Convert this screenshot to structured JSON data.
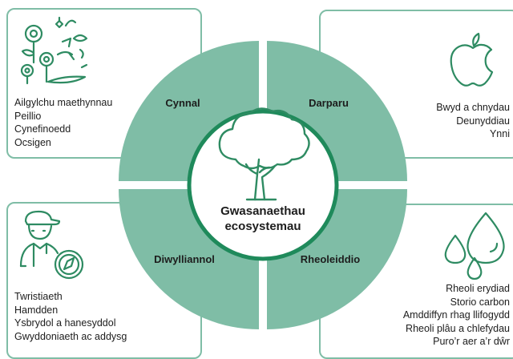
{
  "diagram": {
    "center_title_line1": "Gwasanaethau",
    "center_title_line2": "ecosystemau",
    "quadrants": {
      "top_left": "Cynnal",
      "top_right": "Darparu",
      "bottom_left": "Diwylliannol",
      "bottom_right": "Rheoleiddio"
    },
    "colors": {
      "quadrant_fill": "#7fbda6",
      "card_border": "#7fbda6",
      "center_ring": "#1f8a5b",
      "icon_stroke": "#2e8b62"
    }
  },
  "cards": {
    "supporting": {
      "icon": "flowers-icon",
      "items": [
        "Ailgylchu maethynnau",
        "Peillio",
        "Cynefinoedd",
        "Ocsigen"
      ]
    },
    "provisioning": {
      "icon": "apple-icon",
      "items": [
        "Bwyd a chnydau",
        "Deunyddiau",
        "Ynni"
      ]
    },
    "cultural": {
      "icon": "hiker-compass-icon",
      "items": [
        "Twristiaeth",
        "Hamdden",
        "Ysbrydol a hanesyddol",
        "Gwyddoniaeth ac addysg"
      ]
    },
    "regulating": {
      "icon": "water-drops-icon",
      "items": [
        "Rheoli erydiad",
        "Storio carbon",
        "Amddiffyn rhag llifogydd",
        "Rheoli plâu a chlefydau",
        "Puro’r aer a’r dŵr"
      ]
    }
  }
}
